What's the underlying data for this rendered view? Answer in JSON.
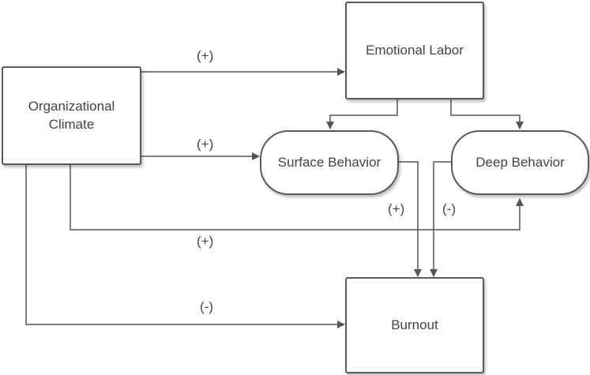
{
  "nodes": {
    "organizational_climate": "Organizational\nClimate",
    "emotional_labor": "Emotional Labor",
    "surface_behavior": "Surface Behavior",
    "deep_behavior": "Deep Behavior",
    "burnout": "Burnout"
  },
  "edge_labels": {
    "oc_to_el": "(+)",
    "oc_to_sb": "(+)",
    "oc_to_db": "(+)",
    "oc_to_bo": "(-)",
    "sb_to_bo": "(+)",
    "db_to_bo": "(-)"
  },
  "colors": {
    "line": "#555555",
    "text": "#444444"
  }
}
